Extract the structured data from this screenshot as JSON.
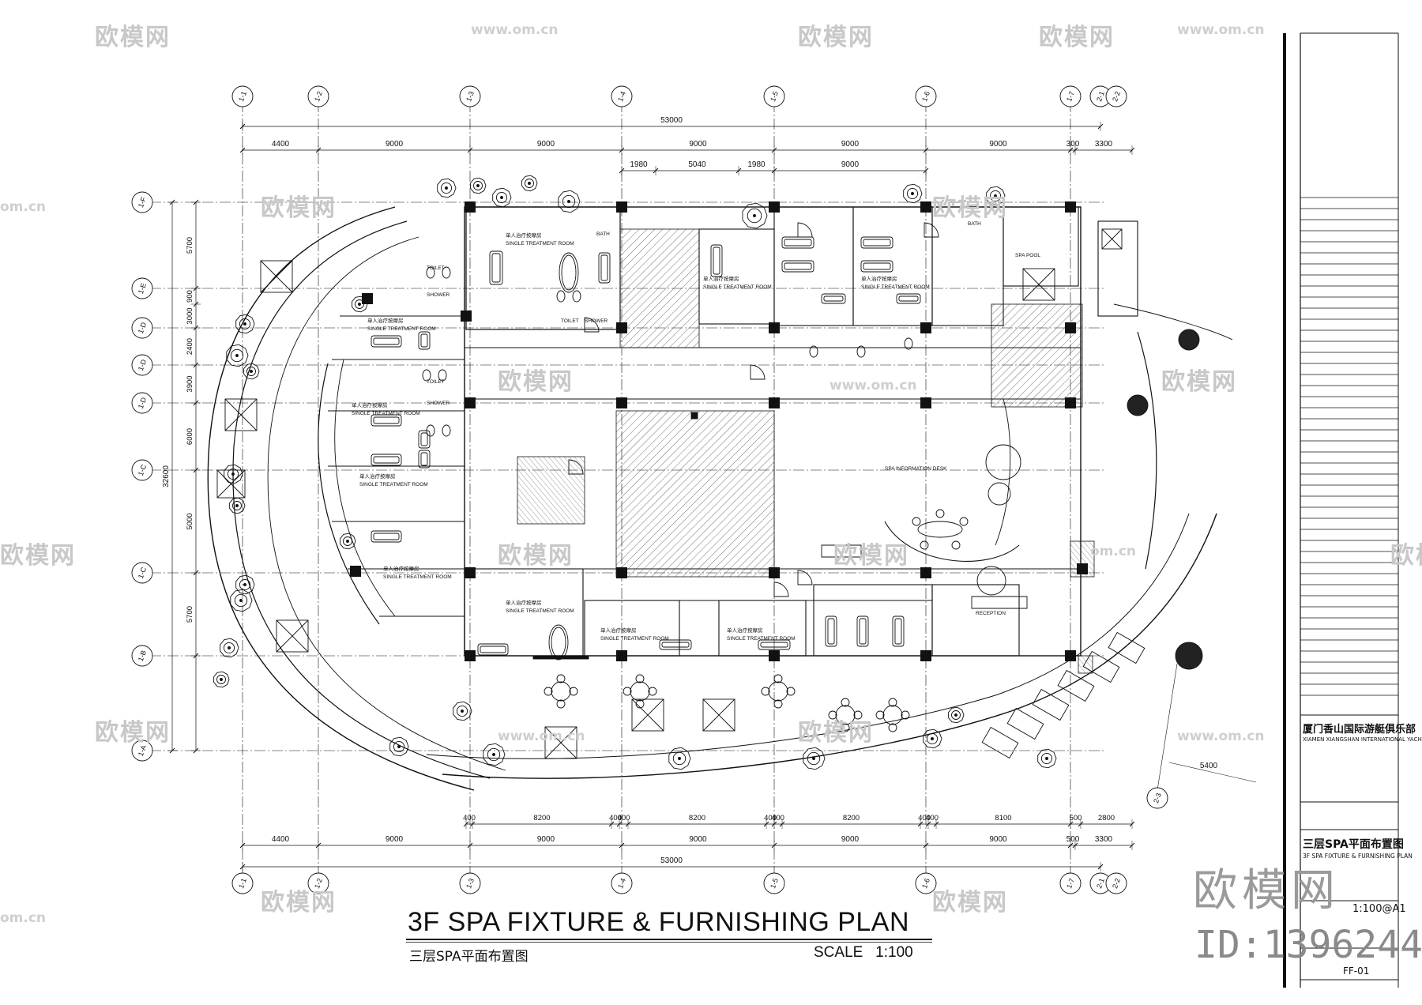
{
  "drawing": {
    "title": "3F SPA FIXTURE & FURNISHING  PLAN",
    "title_cn": "三层SPA平面布置图",
    "scale_label": "SCALE",
    "scale_value": "1:100"
  },
  "grid_axes": {
    "top": [
      "1-1",
      "1-2",
      "1-3",
      "1-4",
      "1-5",
      "1-6",
      "1-7",
      "2-1",
      "2-2"
    ],
    "left": [
      "1-F",
      "1-E",
      "1-D",
      "1-D",
      "1-D",
      "1-C",
      "1-C",
      "1-B",
      "1-A"
    ],
    "diagonal": "2-3"
  },
  "dimensions": {
    "top_total": "53000",
    "top_row": [
      "4400",
      "9000",
      "9000",
      "9000",
      "9000",
      "9000",
      "300",
      "3300"
    ],
    "top_sub": [
      "1980",
      "5040",
      "1980",
      "9000"
    ],
    "bottom_sub": [
      "400",
      "8200",
      "400",
      "400",
      "8200",
      "400",
      "400",
      "8200",
      "400",
      "400",
      "8100",
      "500",
      "2800"
    ],
    "bottom_row": [
      "4400",
      "9000",
      "9000",
      "9000",
      "9000",
      "9000",
      "500",
      "3300"
    ],
    "bottom_total": "53000",
    "left_total": "32600",
    "left_row": [
      "5700",
      "900",
      "3000",
      "2400",
      "3900",
      "6000",
      "5000",
      "5700"
    ],
    "diagonal": "5400"
  },
  "rooms": {
    "single_treatment_en": "SINGLE TREATMENT ROOM",
    "single_treatment_cn": "单人治疗按摩房",
    "toilet": "TOILET",
    "shower": "SHOWER",
    "bath": "BATH",
    "spa_info": "SPA INFORMATION DESK",
    "reception": "RECEPTION",
    "spa_pool": "SPA POOL"
  },
  "title_block": {
    "project_cn": "厦门香山国际游艇俱乐部",
    "project_en": "XIAMEN XIANGSHAN INTERNATIONAL YACHT CLUB",
    "drawing_cn": "三层SPA平面布置图",
    "drawing_en": "3F SPA FIXTURE & FURNISHING  PLAN",
    "scale": "1:100@A1",
    "sheet": "FF-01"
  },
  "watermark": {
    "logo": "欧模网",
    "url": "www.om.cn",
    "url_short": "om.cn",
    "id": "ID:1396244"
  }
}
